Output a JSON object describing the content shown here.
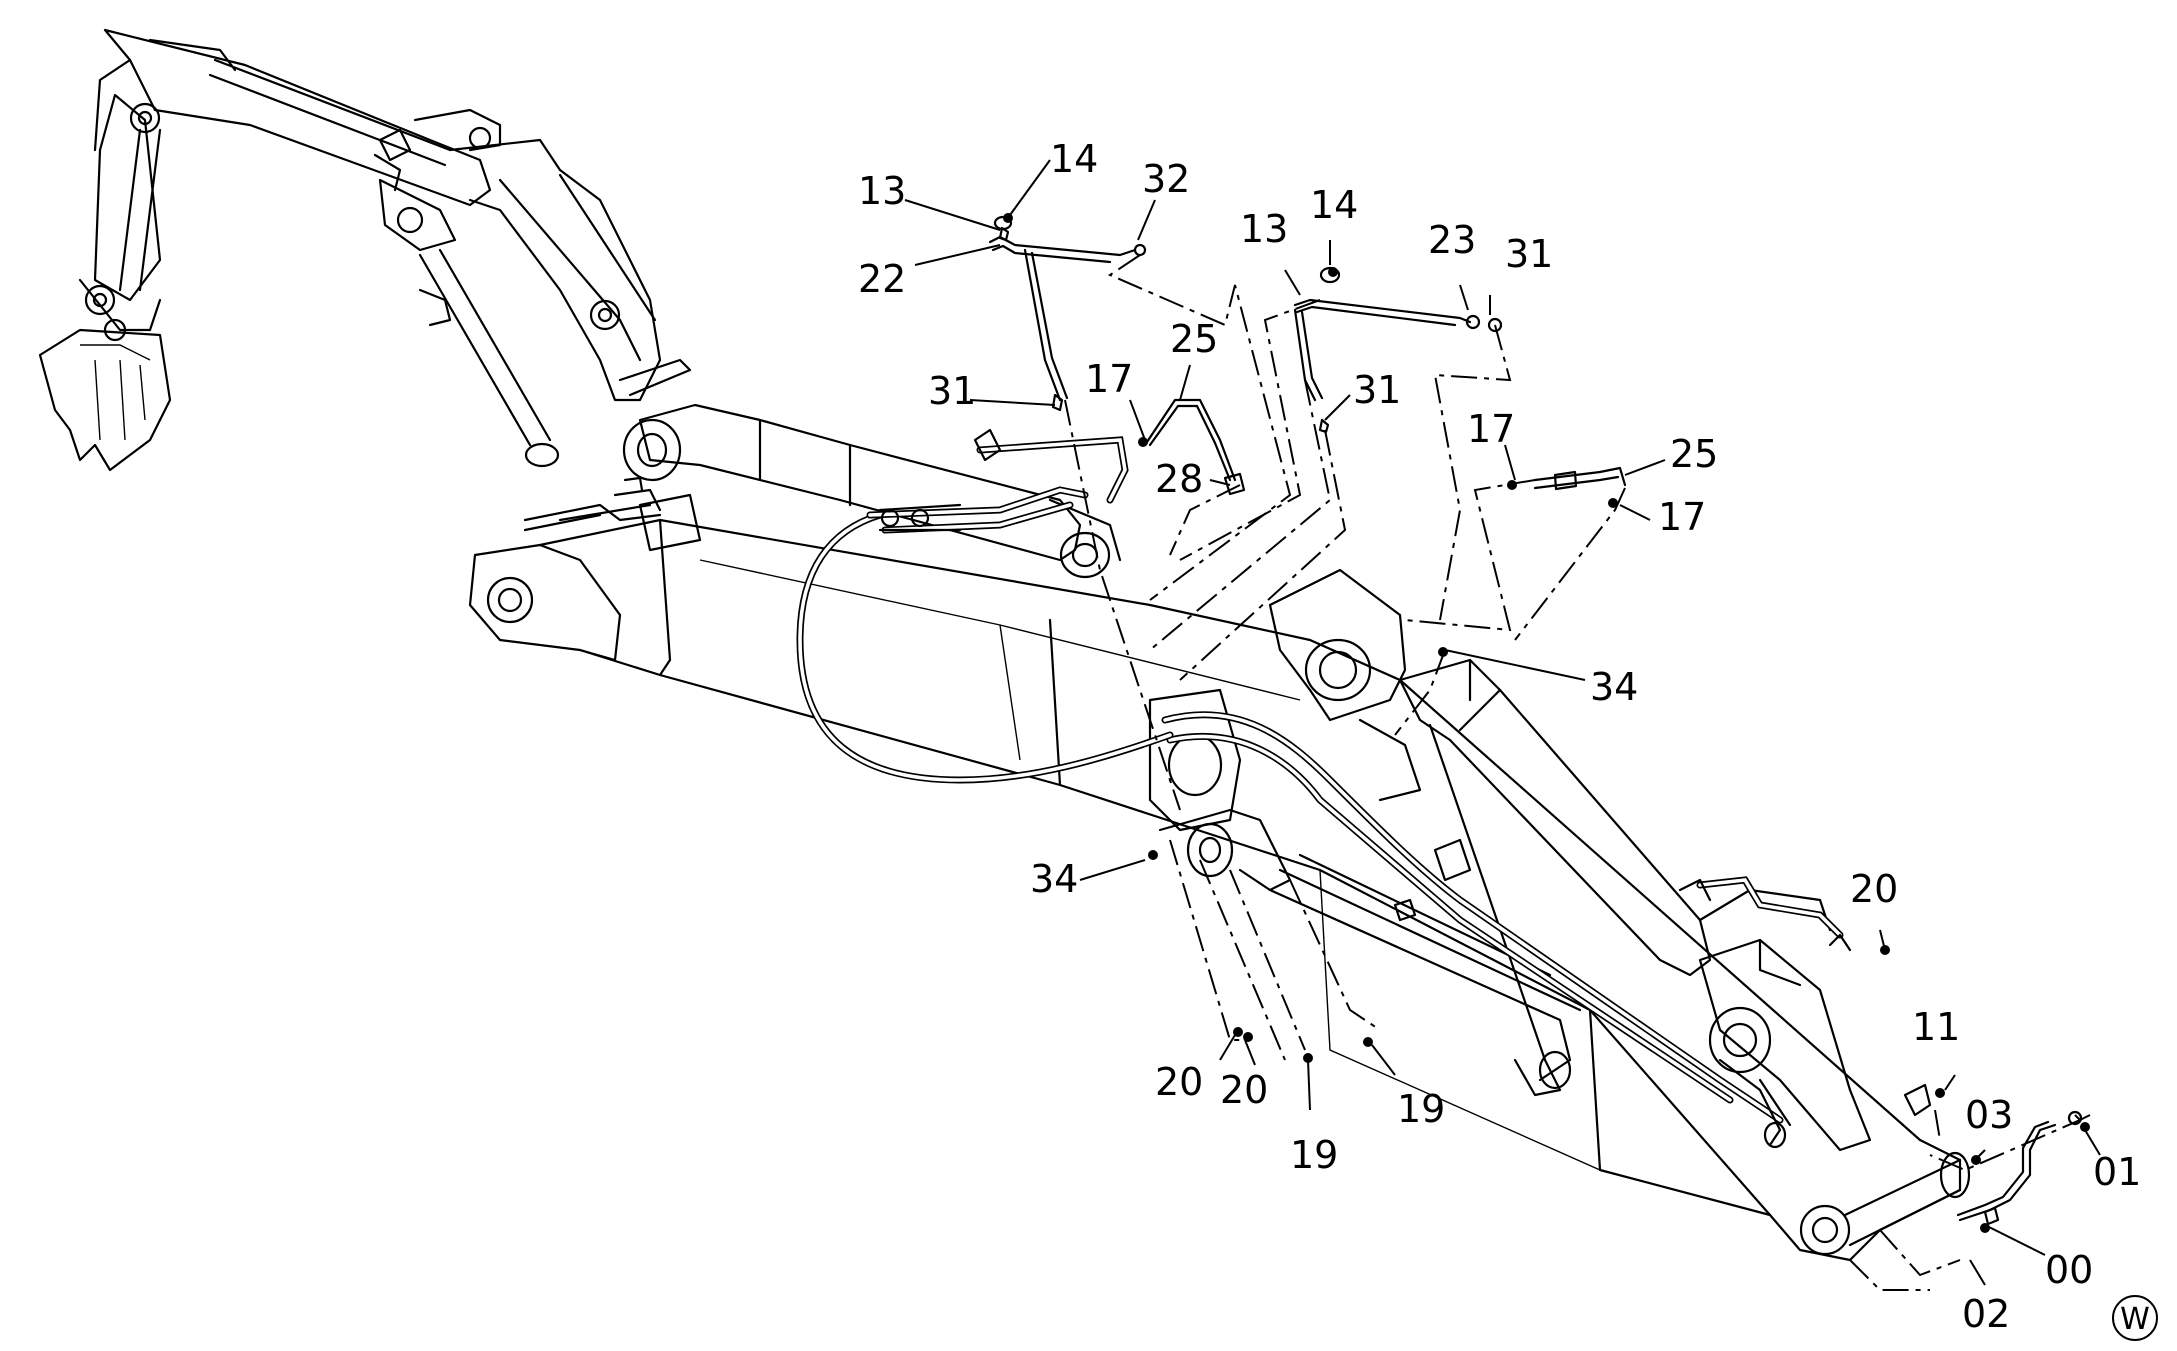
{
  "callouts": [
    {
      "id": "c-14-a",
      "text": "14"
    },
    {
      "id": "c-13-a",
      "text": "13"
    },
    {
      "id": "c-32",
      "text": "32"
    },
    {
      "id": "c-22",
      "text": "22"
    },
    {
      "id": "c-13-b",
      "text": "13"
    },
    {
      "id": "c-14-b",
      "text": "14"
    },
    {
      "id": "c-23",
      "text": "23"
    },
    {
      "id": "c-31-a",
      "text": "31"
    },
    {
      "id": "c-25-a",
      "text": "25"
    },
    {
      "id": "c-31-b",
      "text": "31"
    },
    {
      "id": "c-17-a",
      "text": "17"
    },
    {
      "id": "c-31-c",
      "text": "31"
    },
    {
      "id": "c-17-b",
      "text": "17"
    },
    {
      "id": "c-28",
      "text": "28"
    },
    {
      "id": "c-25-b",
      "text": "25"
    },
    {
      "id": "c-17-c",
      "text": "17"
    },
    {
      "id": "c-34-a",
      "text": "34"
    },
    {
      "id": "c-34-b",
      "text": "34"
    },
    {
      "id": "c-20-a",
      "text": "20"
    },
    {
      "id": "c-11",
      "text": "11"
    },
    {
      "id": "c-03",
      "text": "03"
    },
    {
      "id": "c-01",
      "text": "01"
    },
    {
      "id": "c-20-b",
      "text": "20"
    },
    {
      "id": "c-20-c",
      "text": "20"
    },
    {
      "id": "c-19-a",
      "text": "19"
    },
    {
      "id": "c-19-b",
      "text": "19"
    },
    {
      "id": "c-00",
      "text": "00"
    },
    {
      "id": "c-02",
      "text": "02"
    }
  ],
  "watermark": "W"
}
